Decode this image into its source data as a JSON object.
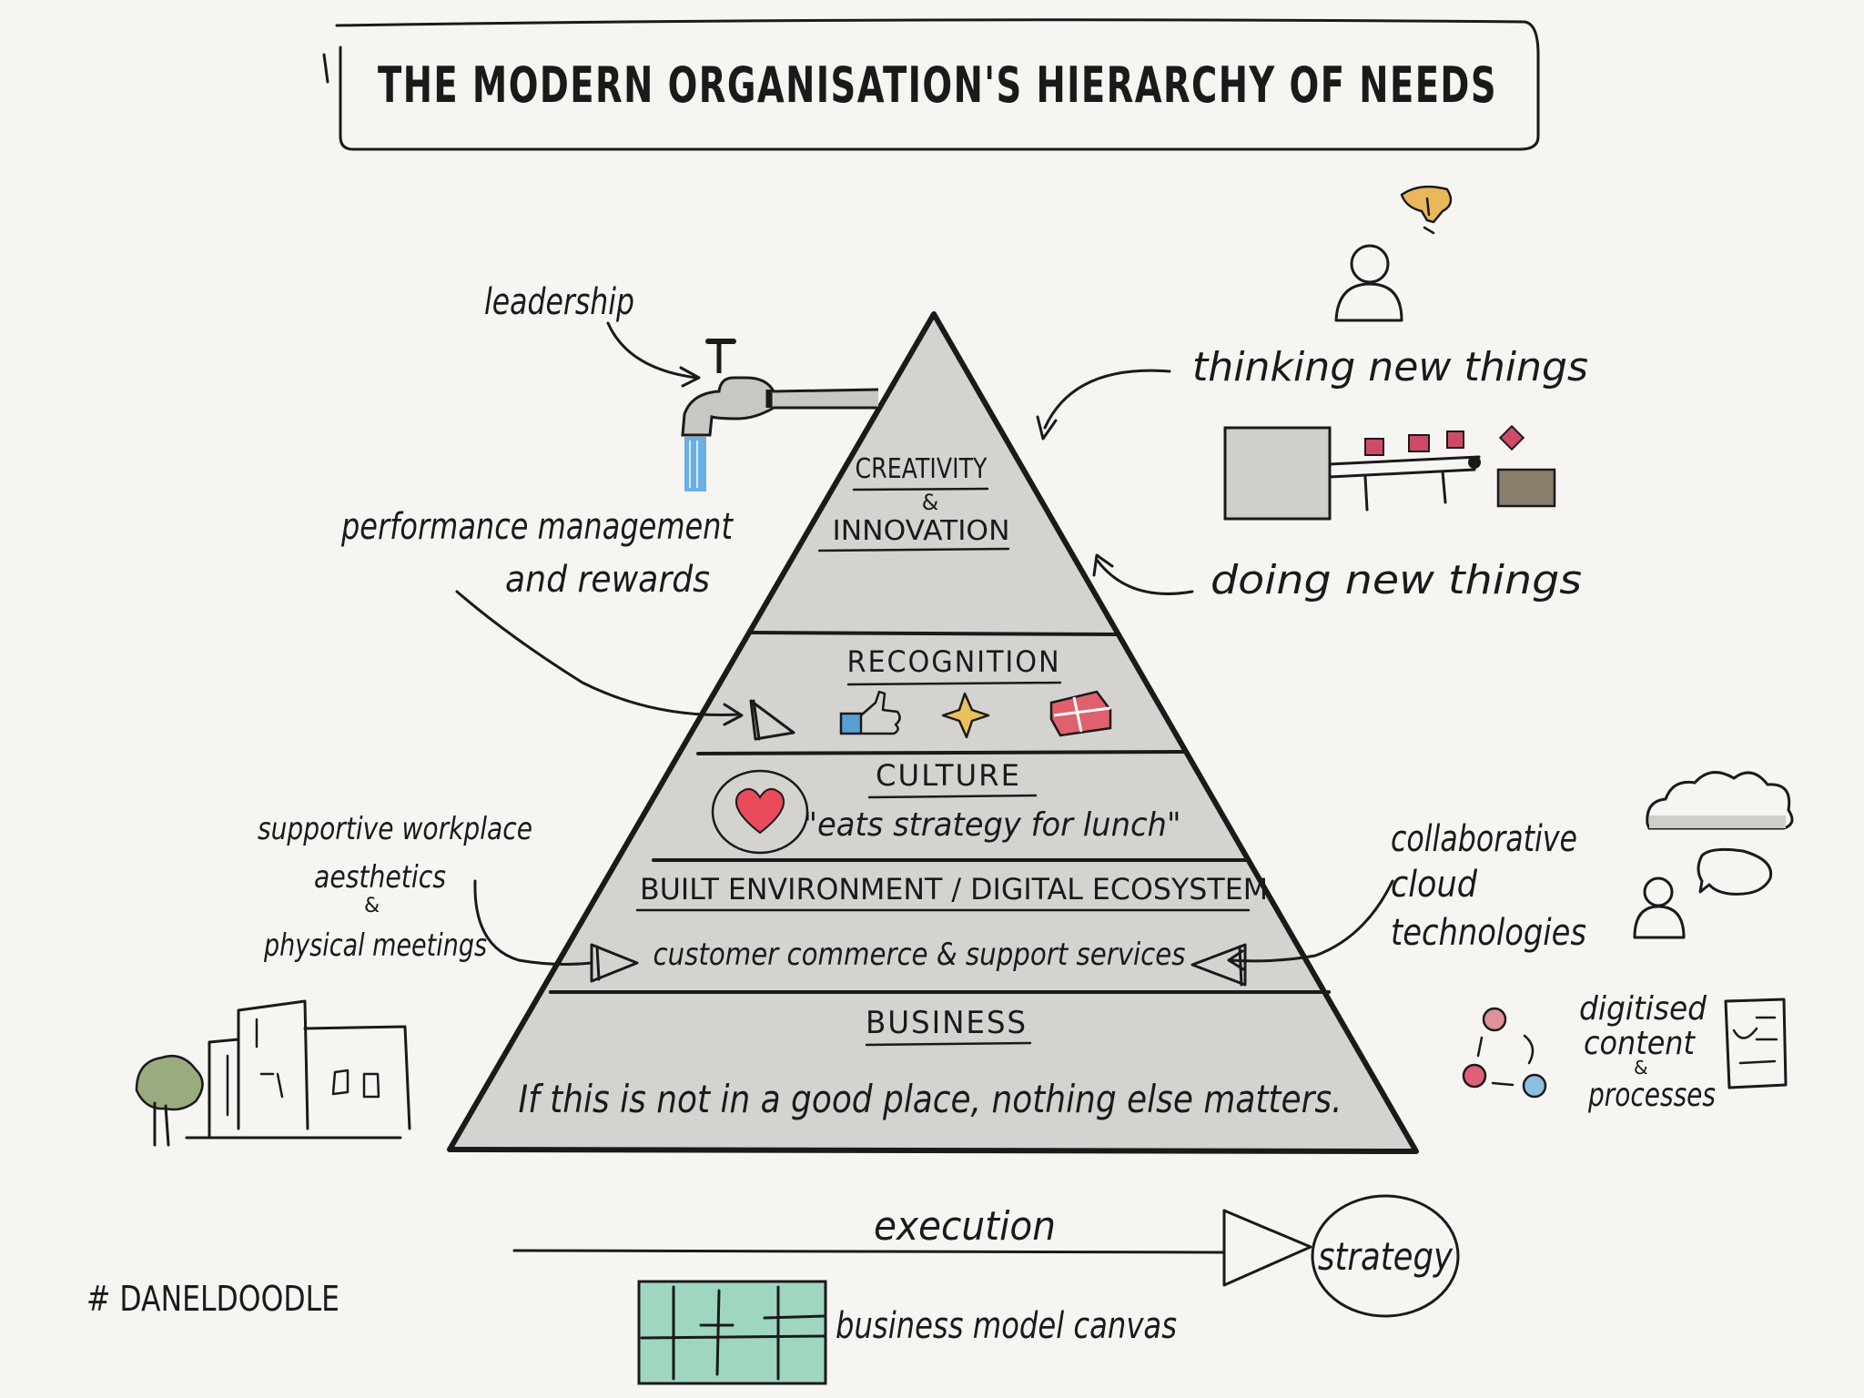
{
  "title": "THE MODERN ORGANISATION'S HIERARCHY OF NEEDS",
  "pyramid": {
    "creativity": {
      "line1": "CREATIVITY",
      "amp": "&",
      "line2": "INNOVATION"
    },
    "recognition": "RECOGNITION",
    "culture": {
      "heading": "CULTURE",
      "quote": "\"eats strategy for lunch\""
    },
    "built": {
      "heading": "BUILT ENVIRONMENT / DIGITAL ECOSYSTEM",
      "sub": "customer commerce & support services"
    },
    "business": {
      "heading": "BUSINESS",
      "sub": "If this is not in a good place, nothing else matters."
    }
  },
  "annotations": {
    "leadership": "leadership",
    "thinking": "thinking new things",
    "doing": "doing new things",
    "perf_line1": "performance management",
    "perf_line2": "and rewards",
    "support_line1": "supportive workplace",
    "support_line2": "aesthetics",
    "support_amp": "&",
    "support_line3": "physical meetings",
    "cloud_line1": "collaborative",
    "cloud_line2": "cloud",
    "cloud_line3": "technologies",
    "digit_line1": "digitised",
    "digit_line2": "content",
    "digit_amp": "&",
    "digit_line3": "processes",
    "execution": "execution",
    "strategy": "strategy",
    "bmc": "business model canvas",
    "hashtag": "# DANELDOODLE"
  },
  "colors": {
    "background": "#f6f5f2",
    "pyramid_fill": "#d4d3d0",
    "ink": "#1a1a1a",
    "water": "#6ab0e6",
    "heart": "#e94a5c",
    "gift": "#e0606e",
    "star": "#e9c05a",
    "lightbulb": "#eab85c",
    "thumb": "#5a9fd4",
    "tree": "#9aab7f",
    "canvas": "#9fd6c0",
    "box_gray": "#cfcecb",
    "box_brown": "#8b7d6b",
    "pink_box": "#d04a68"
  }
}
